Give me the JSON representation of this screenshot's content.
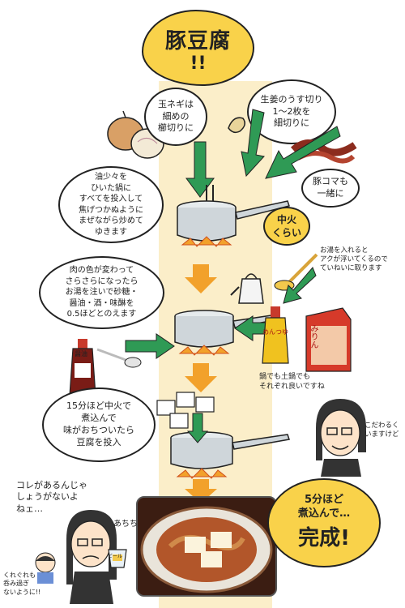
{
  "title": {
    "main": "豚豆腐",
    "bang": "!!"
  },
  "notes": {
    "onion": "玉ネギは\n細めの\n櫛切りに",
    "ginger": "生姜のうす切り\n1〜2枚を\n細切りに",
    "pork_fat": "豚コマも\n一緒に",
    "fry": "油少々を\nひいた鍋に\nすべてを投入して\n焦げつかぬように\nまぜながら炒めて\nゆきます",
    "heat": "中火\nくらい",
    "water_tip": "お湯を入れると\nアクが浮いてくるので\nていねいに取ります",
    "season": "肉の色が変わって\nさらさらになったら\nお湯を注いで砂糖・\n醤油・酒・味醂を\n0.5ほどとのえます",
    "soy_label": "醤油",
    "mirin_label": "みりん",
    "sake_label": "めんつゆ",
    "pan_tip": "鍋でも土鍋でも\nそれぞれ良いですね",
    "tofu_add": "15分ほど中火で\n煮込んで\n味がおちついたら\n豆腐を投入",
    "kodawari": "こだわるく\nいますけど",
    "simmer": "5分ほど\n煮込んで…",
    "done": "完成!",
    "kore": "コレがあるんじゃ\nしょうがないよ\nねェ…",
    "atchi": "あちち",
    "caution": "くれぐれも\n呑み過ぎ\nないように!!",
    "cup_label": "ビール"
  },
  "colors": {
    "yellow": "#f9d24a",
    "green": "#2f9a55",
    "orange": "#f2a12b",
    "strip": "#fbeec9",
    "pot": "#cfd6da"
  }
}
